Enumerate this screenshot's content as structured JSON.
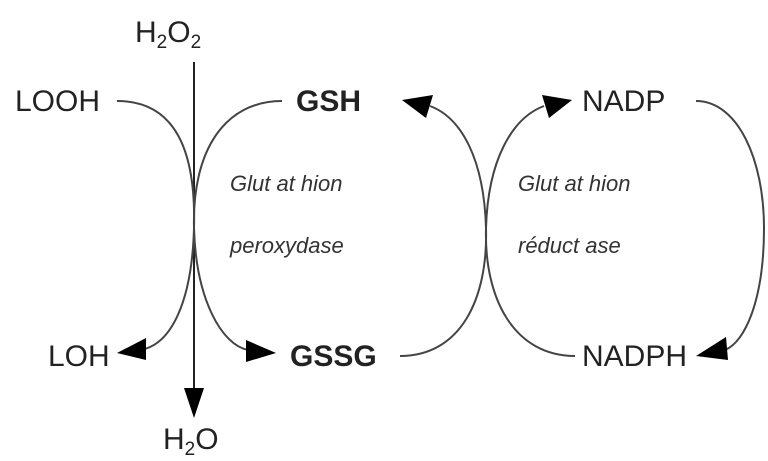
{
  "species": {
    "h2o2": {
      "main_a": "H",
      "sub_a": "2",
      "main_b": "O",
      "sub_b": "2"
    },
    "h2o": {
      "main_a": "H",
      "sub_a": "2",
      "main_b": "O"
    },
    "looh": "LOOH",
    "loh": "LOH",
    "gsh": "GSH",
    "gssg": "GSSG",
    "nadp": "NADP",
    "nadph": "NADPH"
  },
  "enzymes": {
    "peroxidase": {
      "line1": "Glut at hion",
      "line2": "peroxydase"
    },
    "reductase": {
      "line1": "Glut at hion",
      "line2": "réduct ase"
    }
  },
  "colors": {
    "text": "#222222",
    "curve": "#444444",
    "arrowhead": "#000000"
  }
}
